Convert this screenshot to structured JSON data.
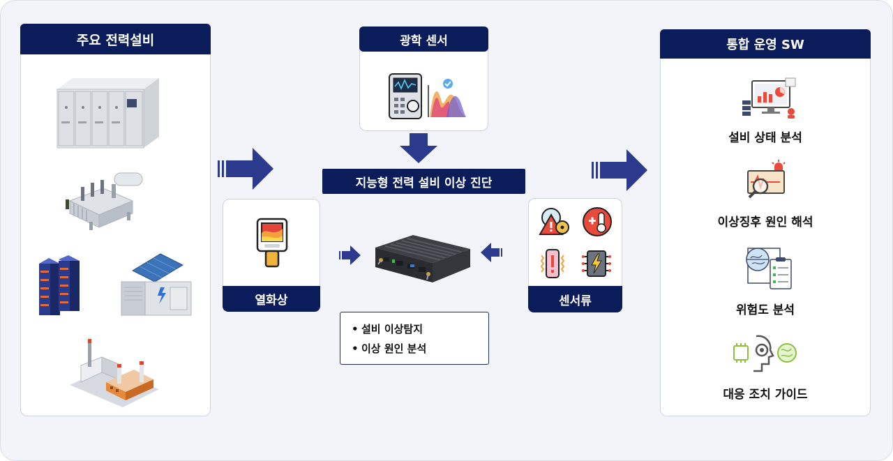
{
  "left_panel": {
    "title": "주요 전력설비",
    "items": [
      {
        "icon": "switchgear-icon"
      },
      {
        "icon": "transformer-icon"
      },
      {
        "icon": "battery-rack-icon"
      },
      {
        "icon": "energy-storage-container-icon"
      },
      {
        "icon": "power-plant-icon"
      }
    ]
  },
  "center": {
    "optical_sensor": {
      "title": "광학 센서",
      "icon": "spectrometer-icon"
    },
    "diagnosis_title": "지능형 전력 설비 이상 진단",
    "thermal": {
      "title": "열화상",
      "icon": "thermal-camera-icon"
    },
    "sensors": {
      "title": "센서류",
      "icons": [
        "radiation-warning-icon",
        "thermometer-icon",
        "vibration-alert-icon",
        "chip-power-icon"
      ]
    },
    "device_icon": "edge-computer-icon",
    "bullets": [
      "설비 이상탐지",
      "이상 원인 분석"
    ]
  },
  "right_panel": {
    "title": "통합 운영 SW",
    "items": [
      {
        "label": "설비 상태 분석",
        "icon": "monitor-analytics-icon"
      },
      {
        "label": "이상징후 원인 해석",
        "icon": "alarm-magnifier-icon"
      },
      {
        "label": "위험도 분석",
        "icon": "brain-checklist-icon"
      },
      {
        "label": "대응 조치 가이드",
        "icon": "ai-gear-head-icon"
      }
    ]
  },
  "colors": {
    "navy": "#0b1c5a",
    "arrow": "#2b3a8c",
    "panel_border": "#c8d4e8"
  }
}
